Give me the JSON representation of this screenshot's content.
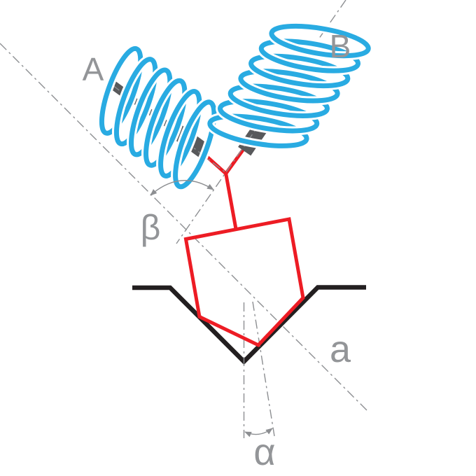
{
  "diagram": {
    "labels": {
      "spring_a": "A",
      "spring_b": "B",
      "beta": "β",
      "alpha": "α",
      "axis": "a"
    },
    "colors": {
      "bg": "#ffffff",
      "blue": "#29abe2",
      "red": "#ed1c24",
      "dark": "#58595b",
      "black": "#231f20",
      "label": "#939598",
      "line": "#8d8f92"
    }
  }
}
